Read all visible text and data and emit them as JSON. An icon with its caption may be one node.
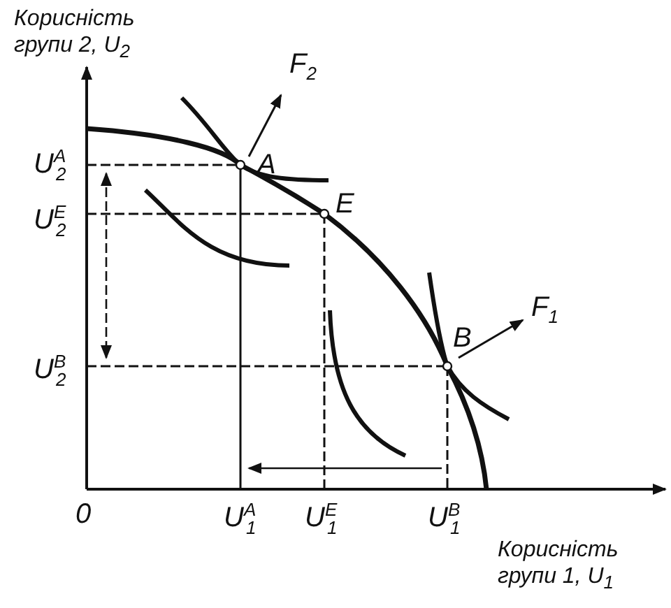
{
  "diagram": {
    "labels": [
      "Корисність групи 2, U$_{2}$",
      "F$_{2}$",
      "U$^{A}$$_{2}$",
      "A",
      "E",
      "U$^{E}$$_{2}$",
      "U$^{B}$$_{2}$",
      "B",
      "F$_{1}$",
      "0",
      "U$^{A}$$_{1}$",
      "U$^{E}$$_{1}$",
      "U$^{B}$$_{1}$",
      "Корисність групи 1, U$_{1}$"
    ]
  }
}
